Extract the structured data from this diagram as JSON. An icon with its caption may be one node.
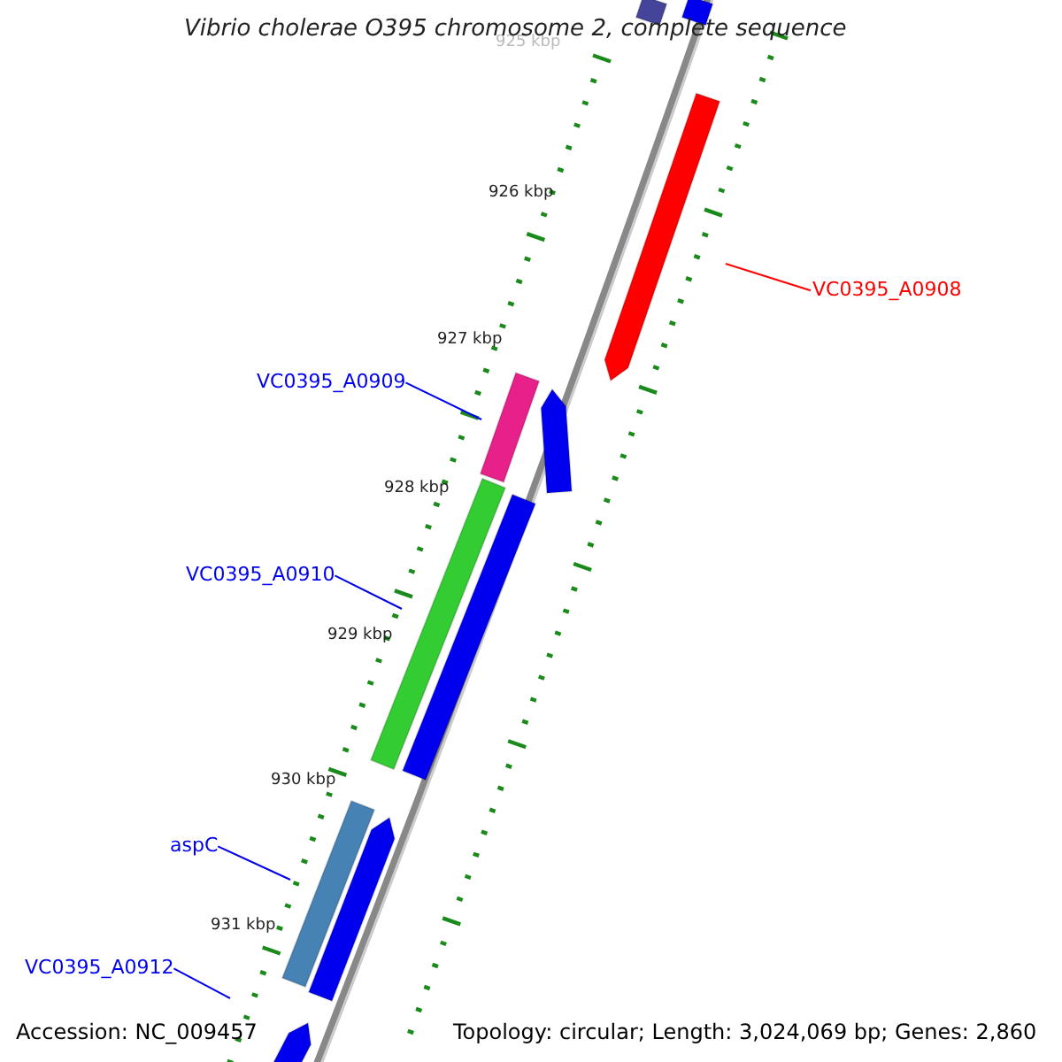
{
  "diagram": {
    "title": "Vibrio cholerae O395 chromosome 2, complete sequence",
    "nodes": [
      {
        "text": [
          "VC0395_A0908"
        ]
      },
      {
        "text": [],
        "shape": "bar"
      },
      {
        "text": [
          "VC0395_A0909"
        ]
      },
      {
        "text": [],
        "shape": "bar"
      },
      {
        "text": [
          "VC0395_A0910"
        ]
      },
      {
        "text": [],
        "shape": "bar"
      },
      {
        "text": [
          "aspC"
        ]
      },
      {
        "text": [],
        "shape": "bar"
      },
      {
        "text": [
          "VC0395_A0912"
        ]
      },
      {
        "text": [],
        "shape": "bar"
      },
      {
        "text": [],
        "shape": "bar"
      },
      {
        "text": [],
        "shape": "bar"
      },
      {
        "text": [],
        "shape": "bar"
      },
      {
        "text": [],
        "shape": "bar"
      },
      {
        "text": [],
        "shape": "bar"
      }
    ],
    "edges": [
      {
        "from": 0,
        "to": 1,
        "arrow": "none",
        "color": "#ff0000"
      },
      {
        "from": 2,
        "to": 3,
        "arrow": "none"
      },
      {
        "from": 4,
        "to": 5,
        "arrow": "none"
      },
      {
        "from": 6,
        "to": 7,
        "arrow": "none"
      },
      {
        "from": 8,
        "to": null,
        "arrow": "none"
      }
    ],
    "labels": [
      "925 kbp",
      "926 kbp",
      "927 kbp",
      "928 kbp",
      "929 kbp",
      "930 kbp",
      "931 kbp",
      "Accession: NC_009457",
      "Topology: circular; Length: 3,024,069 bp; Genes: 2,860"
    ]
  }
}
